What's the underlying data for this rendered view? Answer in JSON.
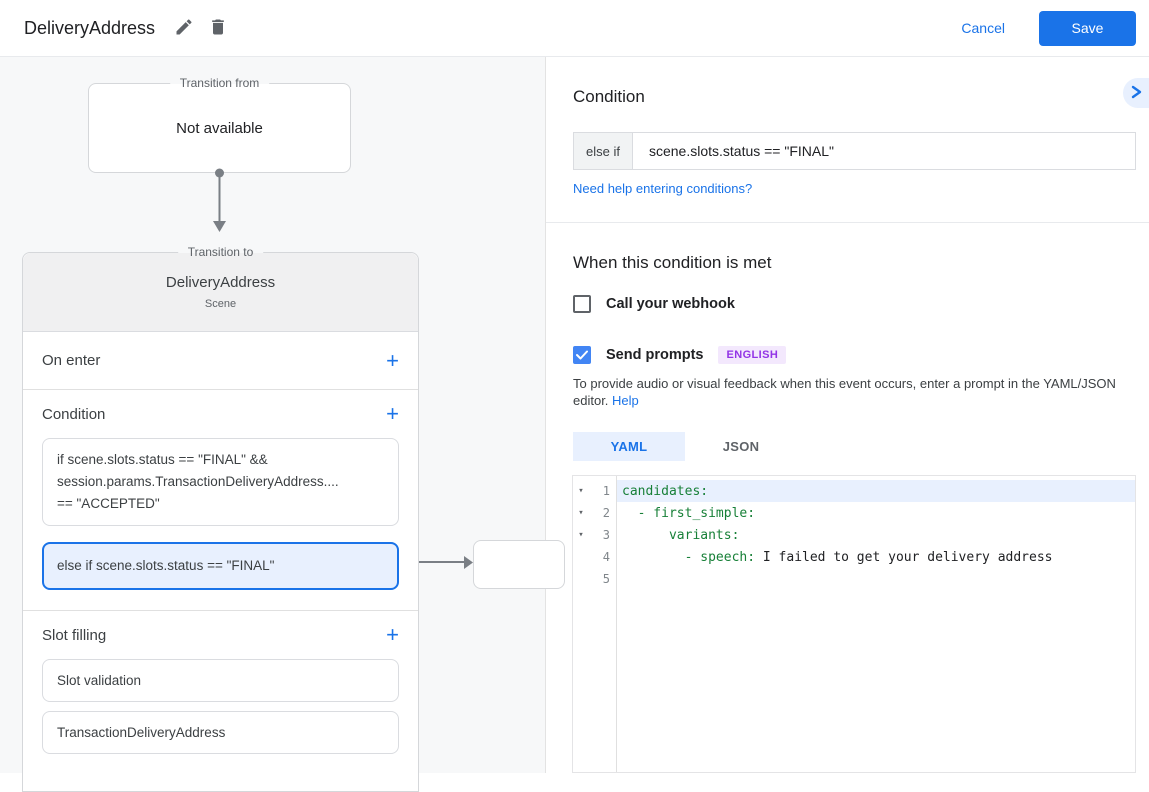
{
  "header": {
    "title": "DeliveryAddress",
    "cancel_label": "Cancel",
    "save_label": "Save"
  },
  "diagram": {
    "transition_from": {
      "legend": "Transition from",
      "content": "Not available"
    },
    "transition_to": {
      "legend": "Transition to",
      "title": "DeliveryAddress",
      "subtitle": "Scene",
      "on_enter_label": "On enter",
      "condition_label": "Condition",
      "conditions": [
        {
          "selected": false,
          "lines": [
            "if scene.slots.status == \"FINAL\" &&",
            "session.params.TransactionDeliveryAddress....",
            "== \"ACCEPTED\""
          ]
        },
        {
          "selected": true,
          "lines": [
            "else if scene.slots.status == \"FINAL\""
          ]
        }
      ],
      "slot_filling_label": "Slot filling",
      "slots": [
        "Slot validation",
        "TransactionDeliveryAddress"
      ]
    }
  },
  "panel": {
    "title": "Condition",
    "condition_prefix": "else if",
    "condition_value": "scene.slots.status == \"FINAL\"",
    "help_link": "Need help entering conditions?",
    "when_title": "When this condition is met",
    "webhook_label": "Call your webhook",
    "webhook_checked": false,
    "prompts_label": "Send prompts",
    "prompts_checked": true,
    "language_badge": "ENGLISH",
    "description": "To provide audio or visual feedback when this event occurs, enter a prompt in the YAML/JSON editor.",
    "description_link": "Help",
    "tabs": [
      {
        "label": "YAML",
        "active": true
      },
      {
        "label": "JSON",
        "active": false
      }
    ],
    "editor": {
      "lines": [
        {
          "number": 1,
          "fold": true,
          "highlight": true,
          "segments": [
            {
              "t": "candidates:",
              "c": "key"
            }
          ]
        },
        {
          "number": 2,
          "fold": true,
          "highlight": false,
          "segments": [
            {
              "t": "  - first_simple:",
              "c": "key"
            }
          ]
        },
        {
          "number": 3,
          "fold": true,
          "highlight": false,
          "segments": [
            {
              "t": "      variants:",
              "c": "key"
            }
          ]
        },
        {
          "number": 4,
          "fold": false,
          "highlight": false,
          "segments": [
            {
              "t": "        - speech:",
              "c": "key"
            },
            {
              "t": " I failed to get your delivery address",
              "c": "text"
            }
          ]
        },
        {
          "number": 5,
          "fold": false,
          "highlight": false,
          "segments": []
        }
      ]
    }
  },
  "colors": {
    "accent": "#1a73e8",
    "selected_condition_bg": "#e8f0fe",
    "code_key_green": "#188038",
    "badge_bg": "#f3e8fd",
    "badge_text": "#9334e6",
    "canvas_bg": "#f7f8f9"
  }
}
